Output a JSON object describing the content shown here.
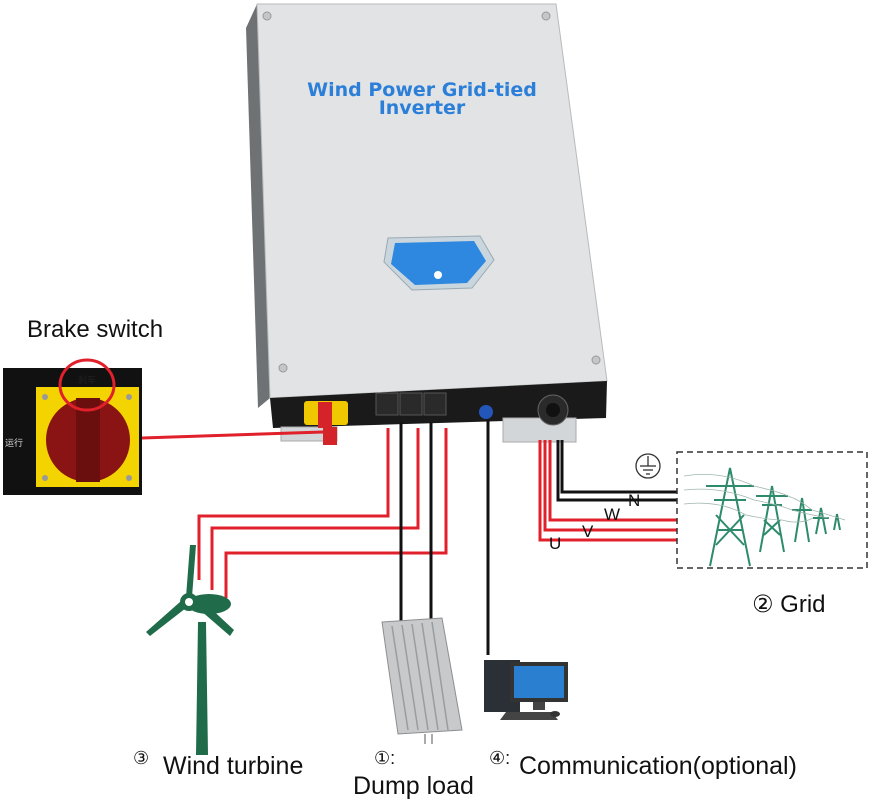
{
  "inverter": {
    "title_line1": "Wind Power Grid-tied",
    "title_line2": "Inverter"
  },
  "brake_switch": {
    "label": "Brake switch",
    "top_text": "刹车",
    "left_text": "运行"
  },
  "grid": {
    "label": "② Grid",
    "phases": [
      "U",
      "V",
      "W",
      "N"
    ]
  },
  "components": {
    "wind_turbine": {
      "marker": "③",
      "label": "Wind turbine"
    },
    "dump_load": {
      "marker": "①:",
      "label": "Dump load"
    },
    "communication": {
      "marker": "④:",
      "label": "Communication(optional)"
    }
  },
  "colors": {
    "inverter_body": "#e1e3e4",
    "inverter_text": "#2b7fd9",
    "wire_red": "#e0202a",
    "wire_black": "#111111",
    "turbine_green": "#1f6b4a",
    "tower_green": "#2d8a6a",
    "switch_yellow": "#f3d400",
    "switch_knob": "#8a1414"
  }
}
